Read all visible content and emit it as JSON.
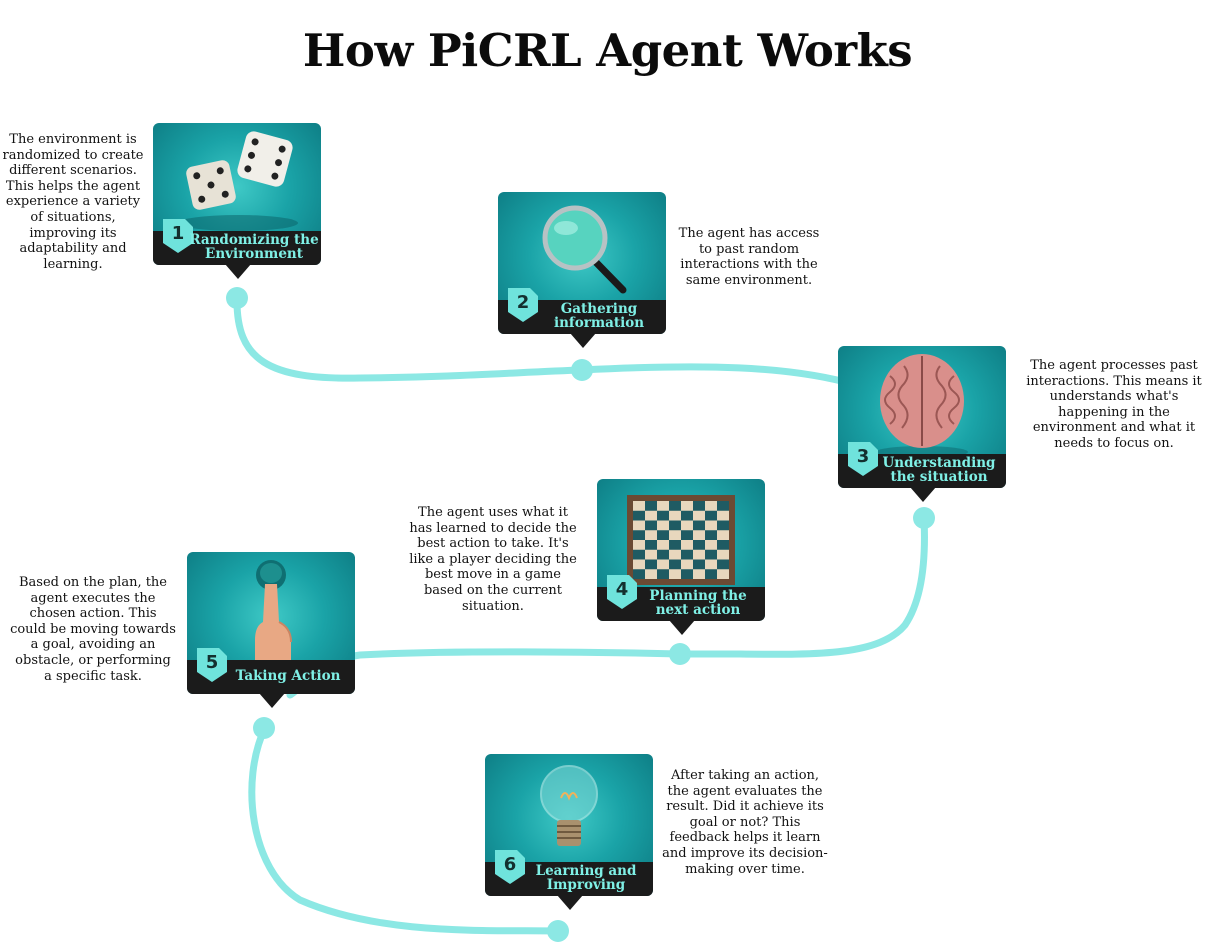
{
  "title": "How PiCRL Agent Works",
  "colors": {
    "path": "#8ce8e4",
    "label_bg": "#1b1b1b",
    "label_text": "#7ff0e6",
    "badge": "#6fe3dc",
    "photo_bg": "#1aa3a7"
  },
  "steps": [
    {
      "number": "1",
      "label": "Randomizing the Environment",
      "icon": "dice-icon",
      "description": "The environment is randomized to create different scenarios. This helps the agent experience a variety of situations, improving its adaptability and learning."
    },
    {
      "number": "2",
      "label": "Gathering information",
      "icon": "magnifying-glass-icon",
      "description": "The agent has access to past random interactions with the same environment."
    },
    {
      "number": "3",
      "label": "Understanding the situation",
      "icon": "brain-icon",
      "description": "The agent processes past interactions. This means it understands what's happening in the environment and what it needs to focus on."
    },
    {
      "number": "4",
      "label": "Planning the next action",
      "icon": "chessboard-icon",
      "description": "The agent uses what it has learned to decide the best action to take. It's like a player deciding the best move in a game based on the current situation."
    },
    {
      "number": "5",
      "label": "Taking Action",
      "icon": "finger-pressing-button-icon",
      "description": "Based on the plan, the agent executes the chosen action. This could be moving towards a goal, avoiding an obstacle, or performing a specific task."
    },
    {
      "number": "6",
      "label": "Learning and Improving",
      "icon": "light-bulb-icon",
      "description": "After taking an action, the agent evaluates the result. Did it achieve its goal or not? This feedback helps it learn and improve its decision-making over time."
    }
  ]
}
